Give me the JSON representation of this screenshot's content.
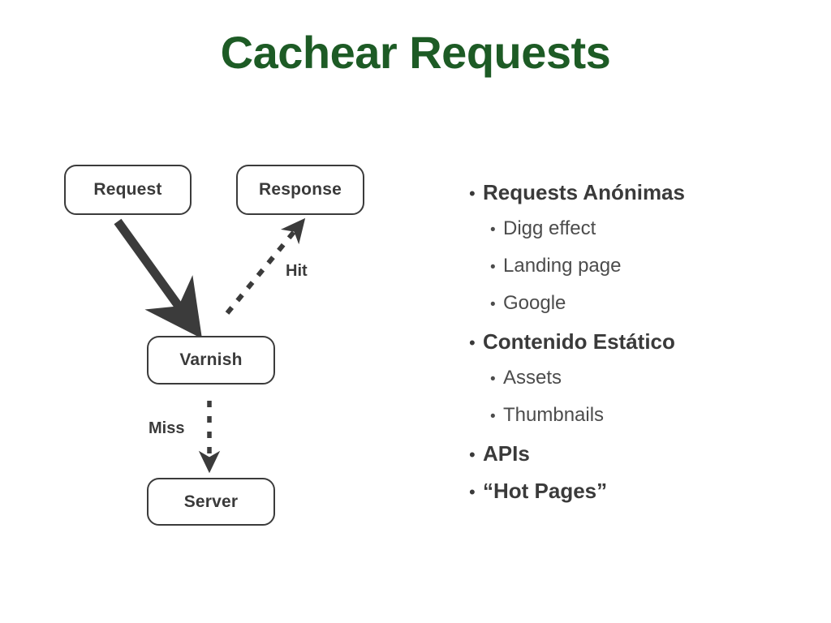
{
  "slide": {
    "title": "Cachear Requests",
    "title_color": "#1d5b25",
    "background": "#ffffff",
    "text_color": "#3a3a3a",
    "subtext_color": "#4c4c4c"
  },
  "diagram": {
    "nodes": [
      {
        "id": "request",
        "label": "Request"
      },
      {
        "id": "response",
        "label": "Response"
      },
      {
        "id": "varnish",
        "label": "Varnish"
      },
      {
        "id": "server",
        "label": "Server"
      }
    ],
    "edges": [
      {
        "from": "request",
        "to": "varnish",
        "style": "solid-thick",
        "label": ""
      },
      {
        "from": "varnish",
        "to": "response",
        "style": "dashed",
        "label": "Hit"
      },
      {
        "from": "varnish",
        "to": "server",
        "style": "dashed",
        "label": "Miss"
      }
    ],
    "labels": {
      "hit": "Hit",
      "miss": "Miss"
    }
  },
  "bullets": {
    "bullet_glyph": "•",
    "items": [
      {
        "level": 1,
        "text": "Requests Anónimas"
      },
      {
        "level": 2,
        "text": "Digg effect"
      },
      {
        "level": 2,
        "text": "Landing page"
      },
      {
        "level": 2,
        "text": "Google"
      },
      {
        "level": 1,
        "text": "Contenido Estático"
      },
      {
        "level": 2,
        "text": "Assets"
      },
      {
        "level": 2,
        "text": "Thumbnails"
      },
      {
        "level": 1,
        "text": "APIs"
      },
      {
        "level": 1,
        "text": "“Hot Pages”"
      }
    ]
  }
}
